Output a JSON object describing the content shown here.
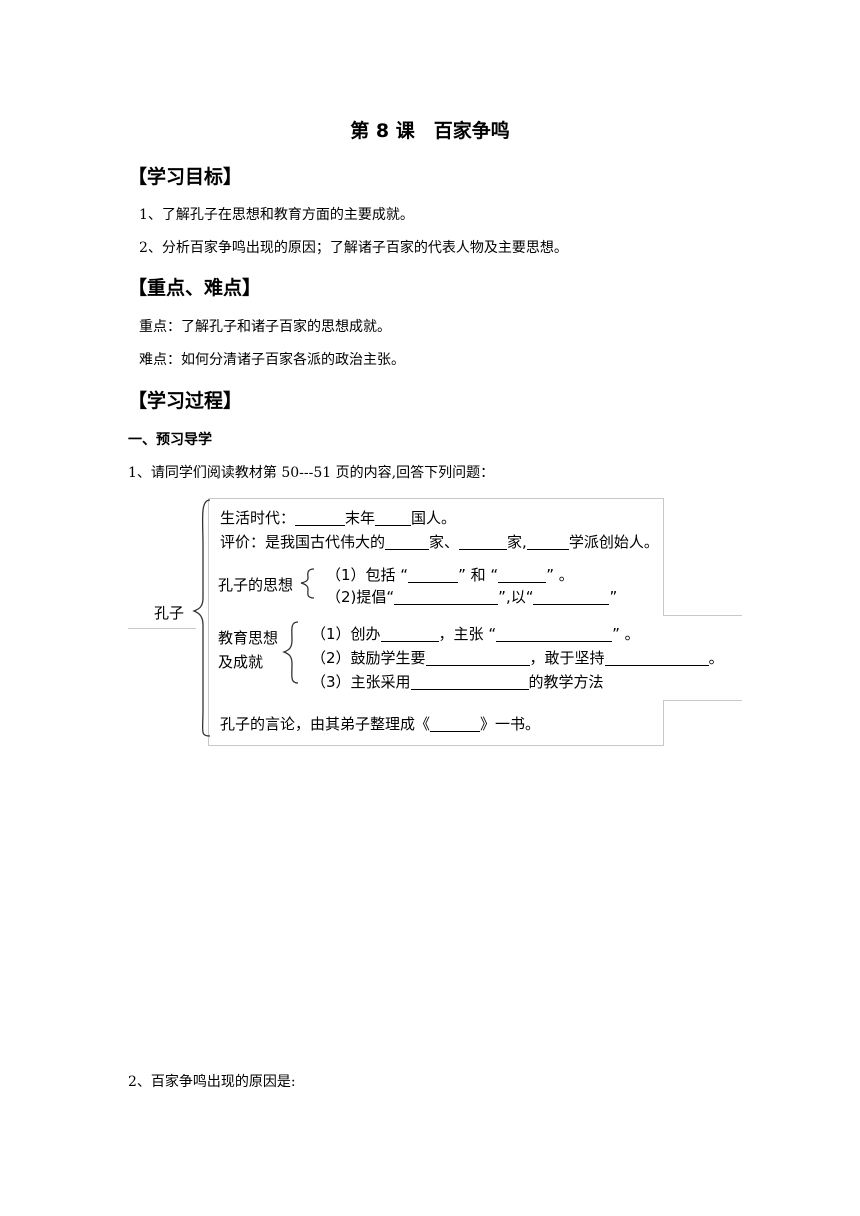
{
  "title": "第 8 课　百家争鸣",
  "sections": {
    "goals": {
      "heading": "【学习目标】",
      "items": [
        "1、了解孔子在思想和教育方面的主要成就。",
        "2、分析百家争鸣出现的原因；了解诸子百家的代表人物及主要思想。"
      ]
    },
    "key": {
      "heading": "【重点、难点】",
      "focus": "重点：了解孔子和诸子百家的思想成就。",
      "difficulty": "难点：如何分清诸子百家各派的政治主张。"
    },
    "process": {
      "heading": "【学习过程】",
      "part1": "一、预习导学",
      "q1": "1、请同学们阅读教材第 50---51 页的内容,回答下列问题：",
      "q2": "2、百家争鸣出现的原因是:"
    }
  },
  "diagram": {
    "root": "孔子",
    "era_label": "生活时代：",
    "era_mid": "末年",
    "era_end": "国人。",
    "eval_label": "评价：是我国古代伟大的",
    "eval_jia1": "家、",
    "eval_jia2": "家,",
    "eval_end": "学派创始人。",
    "thought_label": "孔子的思想",
    "thought_1_pre": "（1）包括 “",
    "thought_1_mid": "” 和 “",
    "thought_1_end": "” 。",
    "thought_2_pre": "（2)提倡“",
    "thought_2_mid": "”,以“",
    "thought_2_end": "”",
    "edu_label_1": "教育思想",
    "edu_label_2": "及成就",
    "edu_1_pre": "（1）创办",
    "edu_1_mid": "，主张 “",
    "edu_1_end": "” 。",
    "edu_2_pre": "（2）鼓励学生要",
    "edu_2_mid": "，敢于坚持",
    "edu_2_end": "。",
    "edu_3_pre": "（3）主张采用",
    "edu_3_end": "的教学方法",
    "analects_pre": "孔子的言论，由其弟子整理成《",
    "analects_end": "》一书。"
  }
}
